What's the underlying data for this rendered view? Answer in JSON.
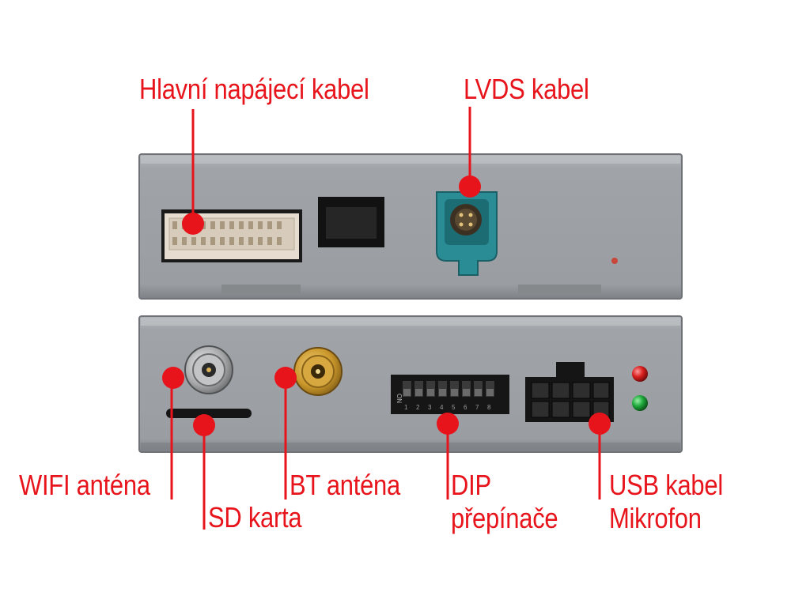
{
  "labels": {
    "main_power_cable": "Hlavní napájecí kabel",
    "lvds_cable": "LVDS kabel",
    "wifi_antenna": "WIFI anténa",
    "sd_card": "SD karta",
    "bt_antenna": "BT anténa",
    "dip_switches_line1": "DIP",
    "dip_switches_line2": "přepínače",
    "usb_cable_line1": "USB kabel",
    "usb_cable_line2": "Mikrofon"
  },
  "dip_switch": {
    "on_text": "ON",
    "positions": [
      "1",
      "2",
      "3",
      "4",
      "5",
      "6",
      "7",
      "8"
    ]
  },
  "colors": {
    "label_red": "#e8141c",
    "housing_grey": "#9ea2a6",
    "lvds_teal": "#2a8c95",
    "antenna_gold": "#c9962a",
    "led_red": "#d81e1e",
    "led_green": "#1ea83a"
  }
}
